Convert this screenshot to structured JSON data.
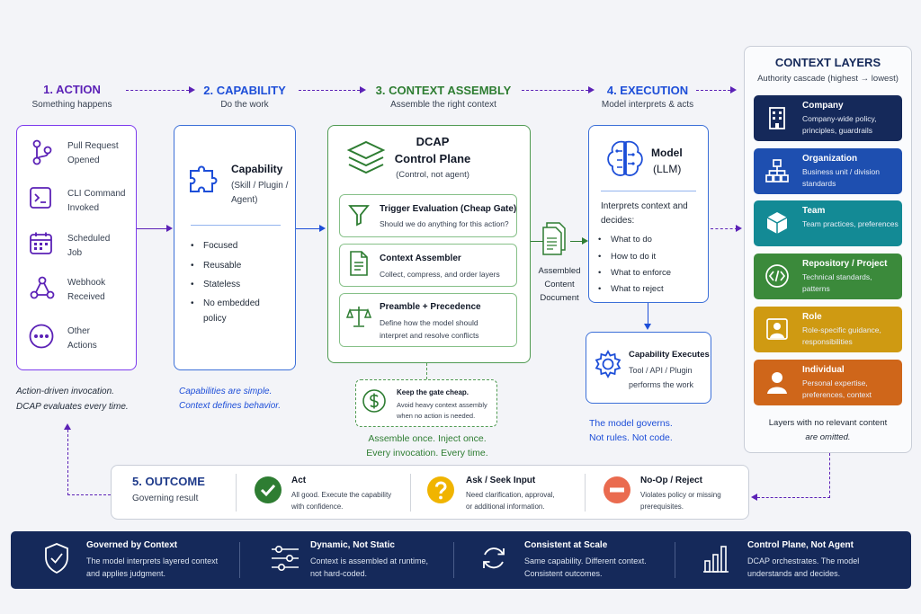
{
  "stages": {
    "action": {
      "title": "1. ACTION",
      "sub": "Something happens"
    },
    "capability": {
      "title": "2. CAPABILITY",
      "sub": "Do the work"
    },
    "context": {
      "title": "3. CONTEXT ASSEMBLY",
      "sub": "Assemble the right context"
    },
    "execution": {
      "title": "4. EXECUTION",
      "sub": "Model interprets & acts"
    }
  },
  "triggers": [
    {
      "l1": "Pull Request",
      "l2": "Opened",
      "icon": "git-branch-icon"
    },
    {
      "l1": "CLI Command",
      "l2": "Invoked",
      "icon": "terminal-icon"
    },
    {
      "l1": "Scheduled",
      "l2": "Job",
      "icon": "calendar-icon"
    },
    {
      "l1": "Webhook",
      "l2": "Received",
      "icon": "webhook-icon"
    },
    {
      "l1": "Other",
      "l2": "Actions",
      "icon": "more-icon"
    }
  ],
  "action_note": {
    "l1": "Action-driven invocation.",
    "l2": "DCAP evaluates every time."
  },
  "capability": {
    "title": "Capability",
    "sub1": "(Skill / Plugin /",
    "sub2": "Agent)",
    "bullets": [
      "Focused",
      "Reusable",
      "Stateless",
      "No embedded",
      "policy"
    ],
    "note1": "Capabilities are simple.",
    "note2": "Context defines behavior."
  },
  "dcap": {
    "title1": "DCAP",
    "title2": "Control Plane",
    "sub": "(Control, not agent)",
    "trigger": {
      "title": "Trigger Evaluation (Cheap Gate)",
      "desc": "Should we do anything for this action?"
    },
    "assembler": {
      "title": "Context Assembler",
      "desc": "Collect, compress, and order layers"
    },
    "preamble": {
      "title": "Preamble + Precedence",
      "desc1": "Define how the model should",
      "desc2": "interpret and resolve conflicts"
    },
    "gate": {
      "title": "Keep the gate cheap.",
      "desc1": "Avoid heavy context assembly",
      "desc2": "when no action is needed."
    },
    "note1": "Assemble once. Inject once.",
    "note2": "Every invocation. Every time."
  },
  "document": {
    "l1": "Assembled",
    "l2": "Content",
    "l3": "Document"
  },
  "model": {
    "title1": "Model",
    "title2": "(LLM)",
    "intro1": "Interprets context and",
    "intro2": "decides:",
    "bullets": [
      "What to do",
      "How to do it",
      "What to enforce",
      "What to reject"
    ]
  },
  "executes": {
    "title": "Capability Executes",
    "desc1": "Tool / API / Plugin",
    "desc2": "performs the work"
  },
  "exec_note": {
    "l1": "The model governs.",
    "l2": "Not rules. Not code."
  },
  "layers": {
    "title": "CONTEXT LAYERS",
    "sub": "Authority cascade (highest → lowest)",
    "items": [
      {
        "name": "Company",
        "desc": "Company-wide policy, principles, guardrails",
        "color": "#15295a",
        "icon": "building-icon"
      },
      {
        "name": "Organization",
        "desc": "Business unit / division standards",
        "color": "#1e4fb0",
        "icon": "org-chart-icon"
      },
      {
        "name": "Team",
        "desc": "Team practices, preferences",
        "color": "#138a95",
        "icon": "cube-icon"
      },
      {
        "name": "Repository / Project",
        "desc": "Technical standards, patterns",
        "color": "#3b8a3b",
        "icon": "code-icon"
      },
      {
        "name": "Role",
        "desc": "Role-specific guidance, responsibilities",
        "color": "#cf9a12",
        "icon": "role-icon"
      },
      {
        "name": "Individual",
        "desc": "Personal expertise, preferences, context",
        "color": "#cf661a",
        "icon": "person-icon"
      }
    ],
    "note1": "Layers with no relevant content",
    "note2": "are omitted."
  },
  "outcome": {
    "title": "5. OUTCOME",
    "sub": "Governing result",
    "items": [
      {
        "title": "Act",
        "d1": "All good. Execute the capability",
        "d2": "with confidence.",
        "color": "#2e7d32",
        "icon": "check-icon"
      },
      {
        "title": "Ask / Seek Input",
        "d1": "Need clarification, approval,",
        "d2": "or additional information.",
        "color": "#f0b400",
        "icon": "question-icon"
      },
      {
        "title": "No-Op / Reject",
        "d1": "Violates policy or missing",
        "d2": "prerequisites.",
        "color": "#ea6b4f",
        "icon": "minus-icon"
      }
    ]
  },
  "footer": [
    {
      "title": "Governed by Context",
      "d1": "The model interprets layered context",
      "d2": "and applies judgment.",
      "icon": "shield-check-icon"
    },
    {
      "title": "Dynamic, Not Static",
      "d1": "Context is assembled at runtime,",
      "d2": "not hard-coded.",
      "icon": "sliders-icon"
    },
    {
      "title": "Consistent at Scale",
      "d1": "Same capability. Different context.",
      "d2": "Consistent outcomes.",
      "icon": "refresh-icon"
    },
    {
      "title": "Control Plane, Not Agent",
      "d1": "DCAP orchestrates. The model",
      "d2": "understands and decides.",
      "icon": "bar-chart-icon"
    }
  ],
  "colors": {
    "purple": "#5b21b6",
    "blue": "#1d4ed8",
    "green": "#2e7d32",
    "navy": "#15295a"
  }
}
